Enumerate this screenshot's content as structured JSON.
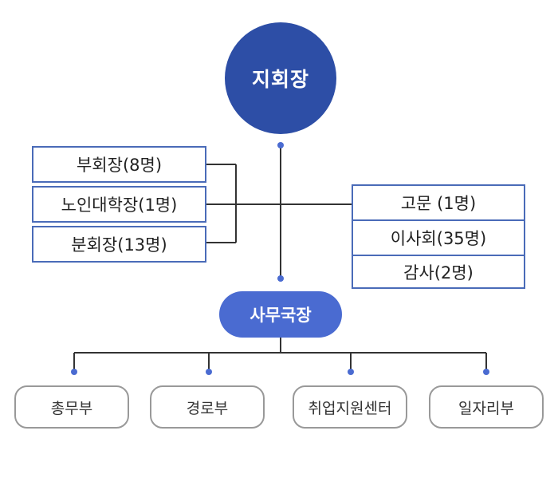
{
  "chairman": "지회장",
  "left_positions": [
    "부회장(8명)",
    "노인대학장(1명)",
    "분회장(13명)"
  ],
  "right_positions": [
    "고문 (1명)",
    "이사회(35명)",
    "감사(2명)"
  ],
  "secretary_general": "사무국장",
  "departments": [
    "총무부",
    "경로부",
    "취업지원센터",
    "일자리부"
  ],
  "colors": {
    "chairman_fill": "#2d4ea6",
    "secretary_fill": "#4a6bd1",
    "box_border": "#4a6bb8",
    "dept_border": "#999999",
    "connector": "#333333",
    "dot": "#4a6bd1"
  }
}
